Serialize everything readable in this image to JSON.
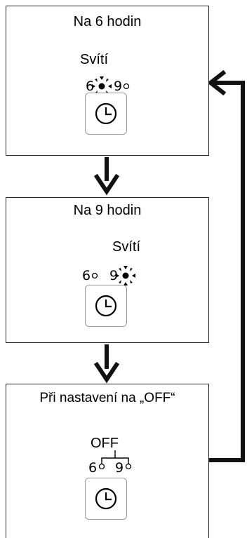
{
  "panels": [
    {
      "title": "Na 6 hodin",
      "status": "Svítí",
      "left_label": "6",
      "right_label": "9"
    },
    {
      "title": "Na 9 hodin",
      "status": "Svítí",
      "left_label": "6",
      "right_label": "9"
    },
    {
      "title": "Při nastavení na „OFF“",
      "status": "OFF",
      "left_label": "6",
      "right_label": "9"
    }
  ],
  "icons": {
    "timer_button": "clock-icon",
    "flow_arrow": "arrow-down-icon",
    "loop_arrow": "arrow-left-icon"
  }
}
